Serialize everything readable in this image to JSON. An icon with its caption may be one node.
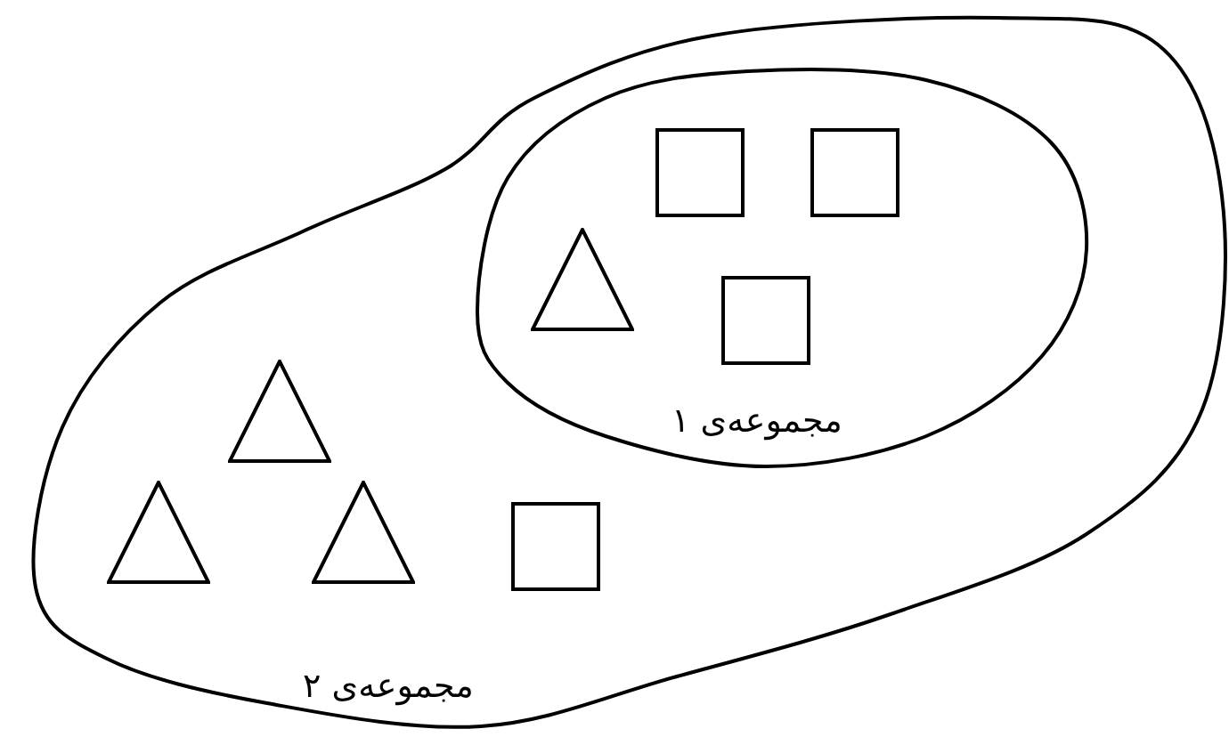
{
  "diagram": {
    "nodes": [
      {
        "text": [
          "مجموعه‌ی ۲"
        ]
      },
      {
        "text": [
          "مجموعه‌ی ۱"
        ],
        "in": 0
      },
      {
        "text": [],
        "shape": "box",
        "in": 1
      },
      {
        "text": [],
        "shape": "box",
        "in": 1
      },
      {
        "text": [],
        "shape": "triangle",
        "in": 1
      },
      {
        "text": [],
        "shape": "box",
        "in": 1
      },
      {
        "text": [],
        "shape": "triangle",
        "in": 0
      },
      {
        "text": [],
        "shape": "triangle",
        "in": 0
      },
      {
        "text": [],
        "shape": "triangle",
        "in": 0
      },
      {
        "text": [],
        "shape": "box",
        "in": 0
      }
    ]
  }
}
